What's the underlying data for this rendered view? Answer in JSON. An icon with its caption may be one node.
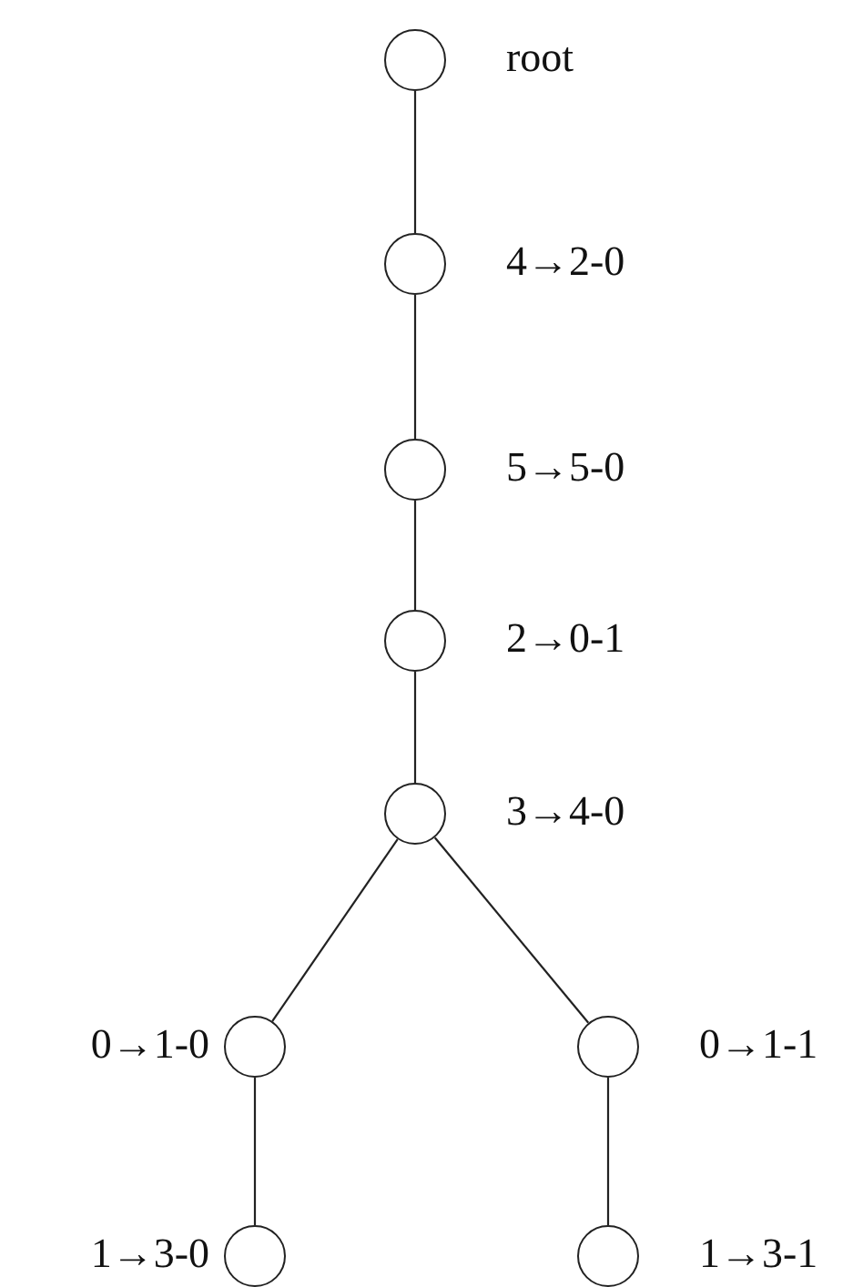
{
  "diagram": {
    "nodes": [
      {
        "text": [],
        "shape": "circle",
        "beside": [
          "root"
        ]
      },
      {
        "text": [],
        "shape": "circle",
        "beside": [
          "4→2-0"
        ]
      },
      {
        "text": [],
        "shape": "circle",
        "beside": [
          "5→5-0"
        ]
      },
      {
        "text": [],
        "shape": "circle",
        "beside": [
          "2→0-1"
        ]
      },
      {
        "text": [],
        "shape": "circle",
        "beside": [
          "3→4-0"
        ]
      },
      {
        "text": [],
        "shape": "circle",
        "beside": [
          "0→1-0"
        ]
      },
      {
        "text": [],
        "shape": "circle",
        "beside": [
          "0→1-1"
        ]
      },
      {
        "text": [],
        "shape": "circle",
        "beside": [
          "1→3-0"
        ]
      },
      {
        "text": [],
        "shape": "circle",
        "beside": [
          "1→3-1"
        ]
      }
    ],
    "edges": [
      {
        "from": 0,
        "to": 1,
        "arrow": "none"
      },
      {
        "from": 1,
        "to": 2,
        "arrow": "none"
      },
      {
        "from": 2,
        "to": 3,
        "arrow": "none"
      },
      {
        "from": 3,
        "to": 4,
        "arrow": "none"
      },
      {
        "from": 4,
        "to": 5,
        "arrow": "none"
      },
      {
        "from": 4,
        "to": 6,
        "arrow": "none"
      },
      {
        "from": 5,
        "to": 7,
        "arrow": "none"
      },
      {
        "from": 6,
        "to": 8,
        "arrow": "none"
      }
    ]
  }
}
